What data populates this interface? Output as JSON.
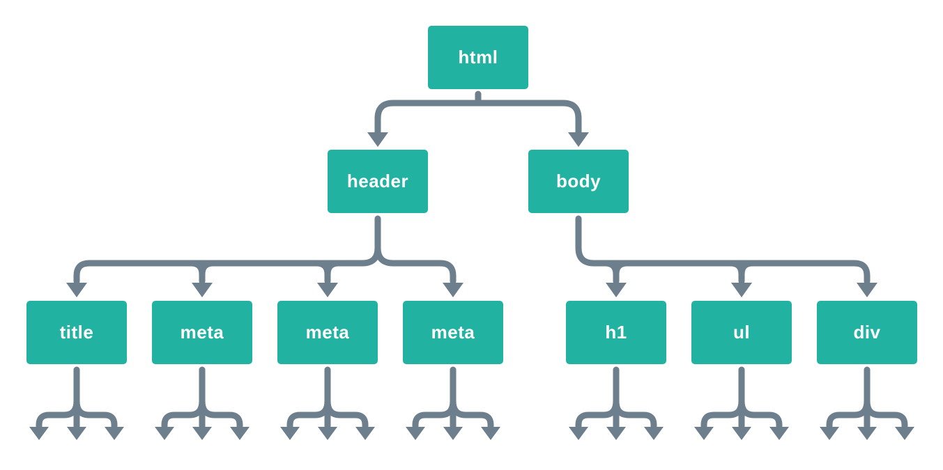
{
  "diagram": {
    "type": "tree",
    "description": "DOM tree diagram",
    "colors": {
      "node_fill": "#21b2a1",
      "node_text": "#ffffff",
      "connector": "#6d7e8d",
      "background": "#ffffff"
    },
    "nodes": [
      {
        "id": "html",
        "label": "html",
        "parent": null,
        "has_hidden_children": false
      },
      {
        "id": "header",
        "label": "header",
        "parent": "html",
        "has_hidden_children": false
      },
      {
        "id": "body",
        "label": "body",
        "parent": "html",
        "has_hidden_children": false
      },
      {
        "id": "title",
        "label": "title",
        "parent": "header",
        "has_hidden_children": true
      },
      {
        "id": "meta-1",
        "label": "meta",
        "parent": "header",
        "has_hidden_children": true
      },
      {
        "id": "meta-2",
        "label": "meta",
        "parent": "header",
        "has_hidden_children": true
      },
      {
        "id": "meta-3",
        "label": "meta",
        "parent": "header",
        "has_hidden_children": true
      },
      {
        "id": "h1",
        "label": "h1",
        "parent": "body",
        "has_hidden_children": true
      },
      {
        "id": "ul",
        "label": "ul",
        "parent": "body",
        "has_hidden_children": true
      },
      {
        "id": "div",
        "label": "div",
        "parent": "body",
        "has_hidden_children": true
      }
    ],
    "edges": [
      [
        "html",
        "header"
      ],
      [
        "html",
        "body"
      ],
      [
        "header",
        "title"
      ],
      [
        "header",
        "meta-1"
      ],
      [
        "header",
        "meta-2"
      ],
      [
        "header",
        "meta-3"
      ],
      [
        "body",
        "h1"
      ],
      [
        "body",
        "ul"
      ],
      [
        "body",
        "div"
      ]
    ]
  }
}
